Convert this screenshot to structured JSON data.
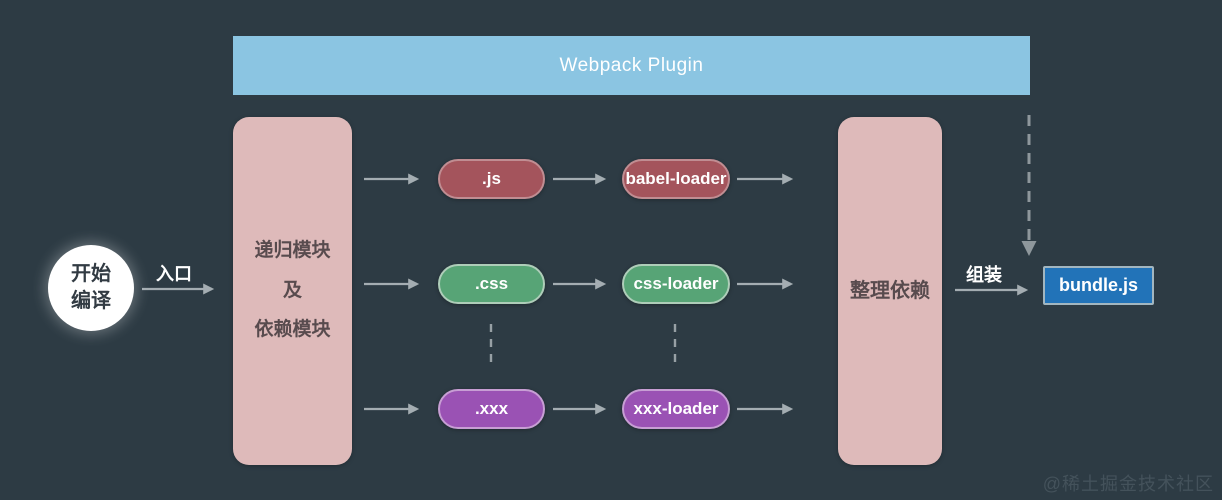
{
  "colors": {
    "background": "#2d3b44",
    "plugin_bar_fill": "#8bc5e2",
    "module_box_fill": "#debaba",
    "js_fill": "#a4545c",
    "css_fill": "#57a476",
    "xxx_fill": "#9a52b4",
    "bundle_fill": "#2273b8",
    "arrow": "#a4adb2"
  },
  "plugin_bar": {
    "label": "Webpack Plugin"
  },
  "start_node": {
    "line1": "开始",
    "line2": "编译"
  },
  "entry_label": "入口",
  "modules_box": {
    "line1": "递归模块",
    "line2": "及",
    "line3": "依赖模块"
  },
  "rows": [
    {
      "file": ".js",
      "loader": "babel-loader"
    },
    {
      "file": ".css",
      "loader": "css-loader"
    },
    {
      "file": ".xxx",
      "loader": "xxx-loader"
    }
  ],
  "dependency_box": {
    "label": "整理依赖"
  },
  "assemble_label": "组装",
  "output_node": {
    "label": "bundle.js"
  },
  "watermark": "@稀土掘金技术社区"
}
